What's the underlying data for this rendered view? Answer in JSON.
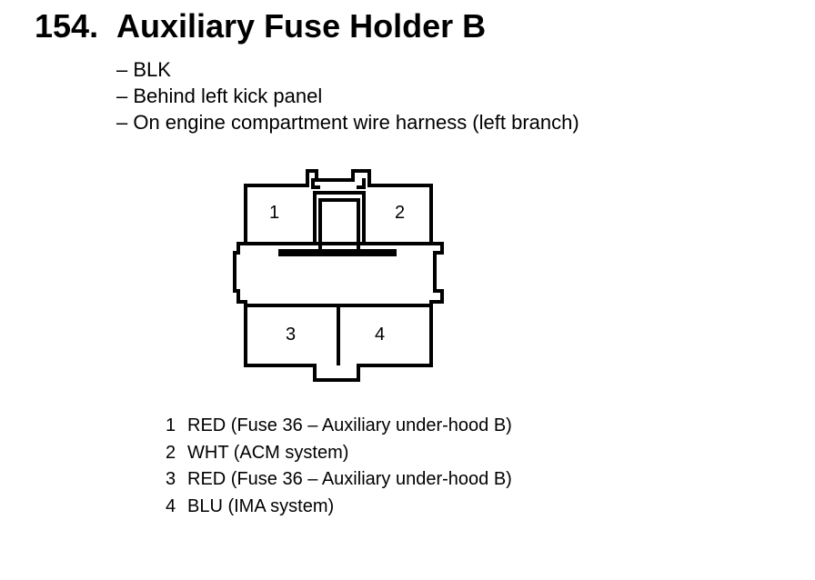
{
  "header": {
    "number": "154.",
    "title": "Auxiliary Fuse Holder B"
  },
  "notes": [
    "– BLK",
    "– Behind left kick panel",
    "– On engine compartment wire harness (left branch)"
  ],
  "cavities": [
    "1",
    "2",
    "3",
    "4"
  ],
  "pins": [
    {
      "num": "1",
      "desc": "RED (Fuse 36 – Auxiliary under-hood B)"
    },
    {
      "num": "2",
      "desc": "WHT (ACM system)"
    },
    {
      "num": "3",
      "desc": "RED (Fuse 36 – Auxiliary under-hood B)"
    },
    {
      "num": "4",
      "desc": "BLU (IMA system)"
    }
  ]
}
